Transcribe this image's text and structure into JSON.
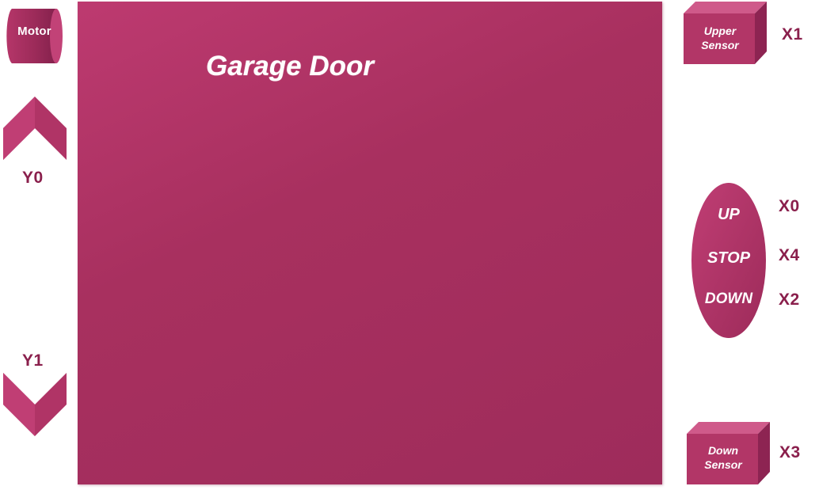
{
  "colors": {
    "accent": "#a92f60",
    "accent_light": "#c43d75",
    "accent_dark": "#7e1f49",
    "label": "#8a1f4c"
  },
  "motor": {
    "label": "Motor",
    "icon": "cylinder-shape"
  },
  "door": {
    "title": "Garage Door"
  },
  "outputs": {
    "up_arrow": {
      "icon": "chevron-up-icon",
      "address": "Y0"
    },
    "down_arrow": {
      "icon": "chevron-down-icon",
      "address": "Y1"
    }
  },
  "sensors": {
    "upper": {
      "line1": "Upper",
      "line2": "Sensor",
      "address": "X1",
      "icon": "cube-shape"
    },
    "down": {
      "line1": "Down",
      "line2": "Sensor",
      "address": "X3",
      "icon": "cube-shape"
    }
  },
  "controls": {
    "up": {
      "label": "UP",
      "address": "X0"
    },
    "stop": {
      "label": "STOP",
      "address": "X4"
    },
    "down": {
      "label": "DOWN",
      "address": "X2"
    }
  }
}
